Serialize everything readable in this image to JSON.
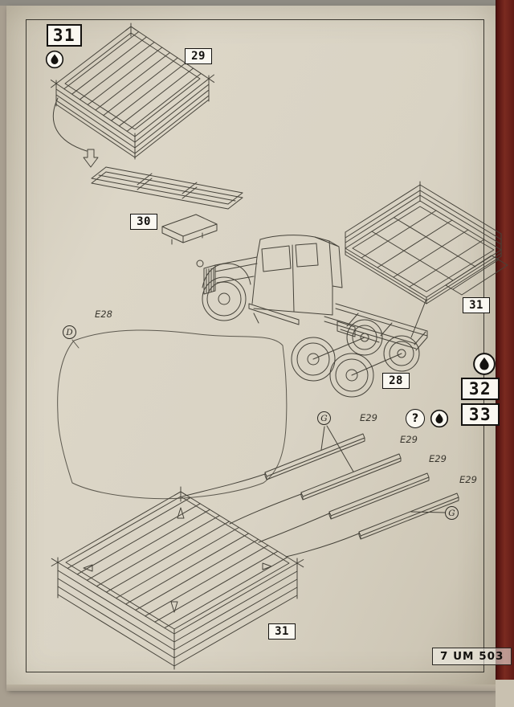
{
  "steps": {
    "s31": "31",
    "s32": "32",
    "s33": "33"
  },
  "part_labels": {
    "p28": "28",
    "p29": "29",
    "p30": "30",
    "p31_right": "31",
    "p31_bottom": "31"
  },
  "callouts": {
    "d": "D",
    "g_left": "G",
    "g_right": "G",
    "question": "?",
    "e28": "E28",
    "plank_labels": [
      "E29",
      "E29",
      "E29",
      "E29"
    ]
  },
  "footer": {
    "code": "7 UM 503"
  },
  "icons": {
    "paint_drop_top": "paint-drop-icon",
    "paint_drop_right": "paint-drop-icon",
    "paint_drop_step33": "paint-drop-icon",
    "help": "question-icon"
  },
  "colors": {
    "paper": "#d9d3c4",
    "ink": "#46433a",
    "spine_red": "#6e1d18",
    "box_bg": "#faf8f1"
  }
}
